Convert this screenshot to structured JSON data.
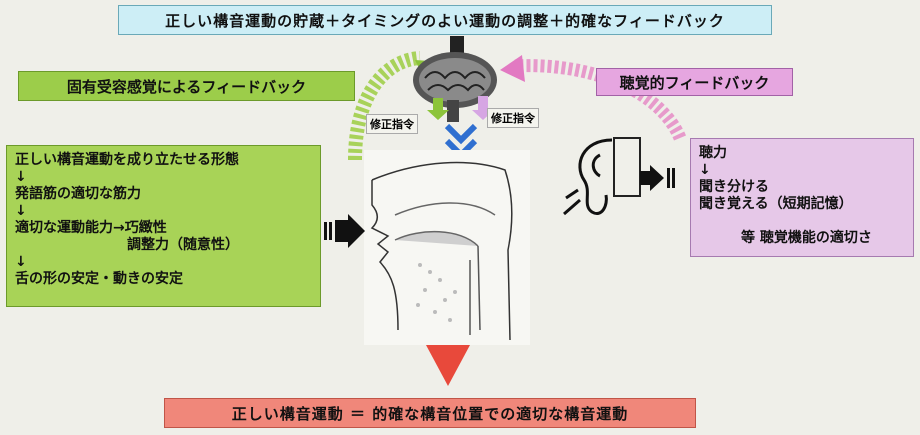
{
  "top_title": "正しい構音運動の貯蔵＋タイミングのよい運動の調整＋的確なフィードバック",
  "proprioceptive_label": "固有受容感覚によるフィードバック",
  "auditory_label": "聴覚的フィードバック",
  "correction_left": "修正指令",
  "correction_right": "修正指令",
  "left_box": {
    "line1": "正しい構音運動を成り立たせる形態",
    "arrow1": "↓",
    "line2": "発語筋の適切な筋力",
    "arrow2": "↓",
    "line3": "適切な運動能力→巧緻性",
    "line4": "　　　　　　　　調整力（随意性）",
    "arrow3": "↓",
    "line5": "舌の形の安定・動きの安定"
  },
  "right_box": {
    "line1": "聴力",
    "arrow1": "↓",
    "line2": "聞き分ける",
    "line3": "聞き覚える（短期記憶）",
    "line4": "　　　等 聴覚機能の適切さ"
  },
  "bottom_title": "正しい構音運動 ＝ 的確な構音位置での適切な構音運動",
  "colors": {
    "title_bg": "#cdeef6",
    "green": "#9ccd4a",
    "pink": "#e6a6e0",
    "red": "#f0877a"
  }
}
